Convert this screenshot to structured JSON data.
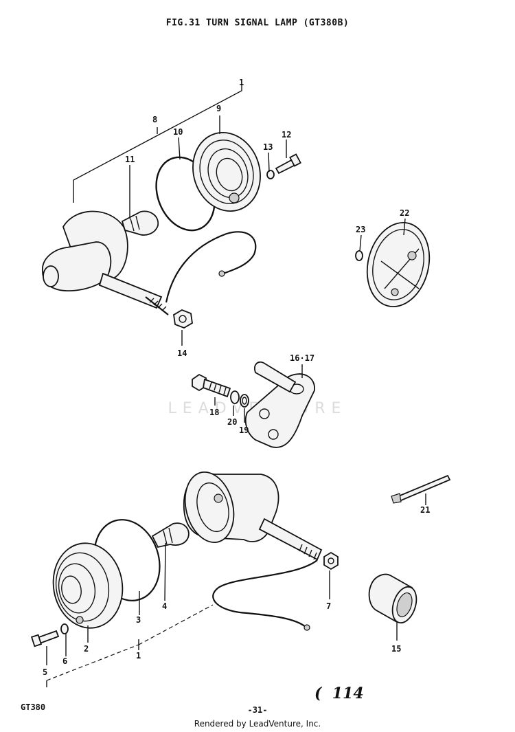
{
  "title": "FIG.31  TURN SIGNAL LAMP (GT380B)",
  "model": "GT380",
  "page_ref": "114",
  "page_ref_prefix": "(",
  "page_number": "-31-",
  "rendered_by": "Rendered by LeadVenture, Inc.",
  "watermark": "LEADVENTURE",
  "callouts": {
    "c1a": "1",
    "c8": "8",
    "c9": "9",
    "c10": "10",
    "c11": "11",
    "c12": "12",
    "c13": "13",
    "c14": "14",
    "c22": "22",
    "c23": "23",
    "c1617": "16·17",
    "c18": "18",
    "c20": "20",
    "c19": "19",
    "c21": "21",
    "c7": "7",
    "c15": "15",
    "c4": "4",
    "c3": "3",
    "c2": "2",
    "c1b": "1",
    "c5": "5",
    "c6": "6"
  }
}
